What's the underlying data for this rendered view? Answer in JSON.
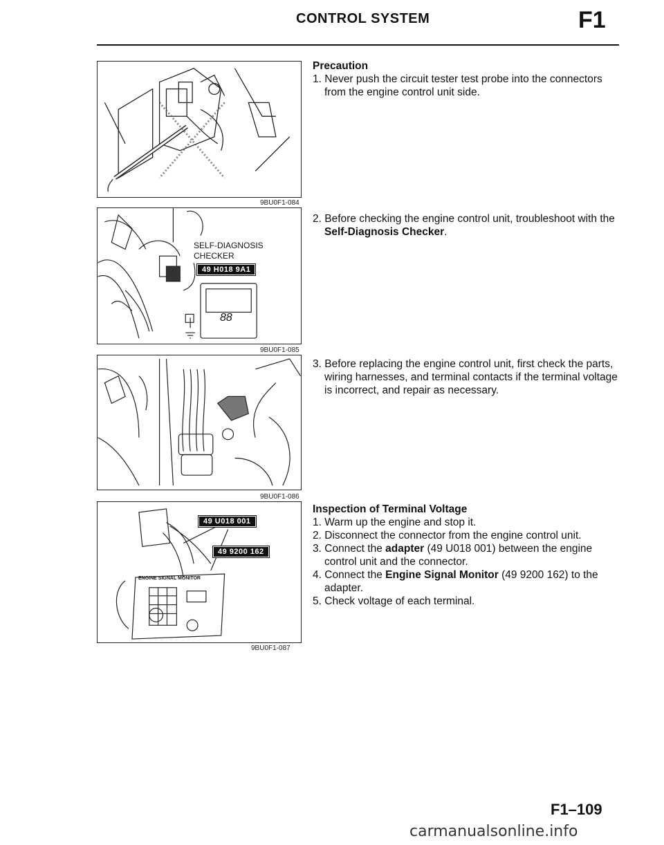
{
  "header": {
    "title": "CONTROL SYSTEM",
    "section_code": "F1"
  },
  "figures": [
    {
      "caption": "9BU0F1-084",
      "labels": []
    },
    {
      "caption": "9BU0F1-085",
      "labels": [
        "SELF-DIAGNOSIS",
        "CHECKER"
      ],
      "tool": "49 H018 9A1",
      "display": "88"
    },
    {
      "caption": "9BU0F1-086",
      "labels": []
    },
    {
      "caption": "9BU0F1-087",
      "labels": [
        "ENGINE SIGNAL MONITOR"
      ],
      "tools": [
        "49 U018 001",
        "49 9200 162"
      ]
    }
  ],
  "precaution": {
    "heading": "Precaution",
    "items": [
      {
        "num": "1.",
        "text": "Never push the circuit tester test probe into the connectors from the engine control unit side."
      },
      {
        "num": "2.",
        "pre": "Before checking the engine control unit, troubleshoot with the ",
        "bold": "Self-Diagnosis Checker",
        "post": "."
      },
      {
        "num": "3.",
        "text": "Before replacing the engine control unit, first check the parts, wiring harnesses, and terminal contacts if the terminal voltage is incorrect, and repair as necessary."
      }
    ]
  },
  "inspection": {
    "heading": "Inspection of Terminal Voltage",
    "items": [
      {
        "num": "1.",
        "text": "Warm up the engine and stop it."
      },
      {
        "num": "2.",
        "text": "Disconnect the connector from the engine control unit."
      },
      {
        "num": "3.",
        "pre": "Connect the ",
        "bold": "adapter",
        "post": " (49 U018 001) between the engine control unit and the connector."
      },
      {
        "num": "4.",
        "pre": "Connect the ",
        "bold": "Engine Signal Monitor",
        "post": " (49 9200 162) to the adapter."
      },
      {
        "num": "5.",
        "text": "Check voltage of each terminal."
      }
    ]
  },
  "page_number": "F1–109",
  "watermark": "carmanualsonline.info"
}
